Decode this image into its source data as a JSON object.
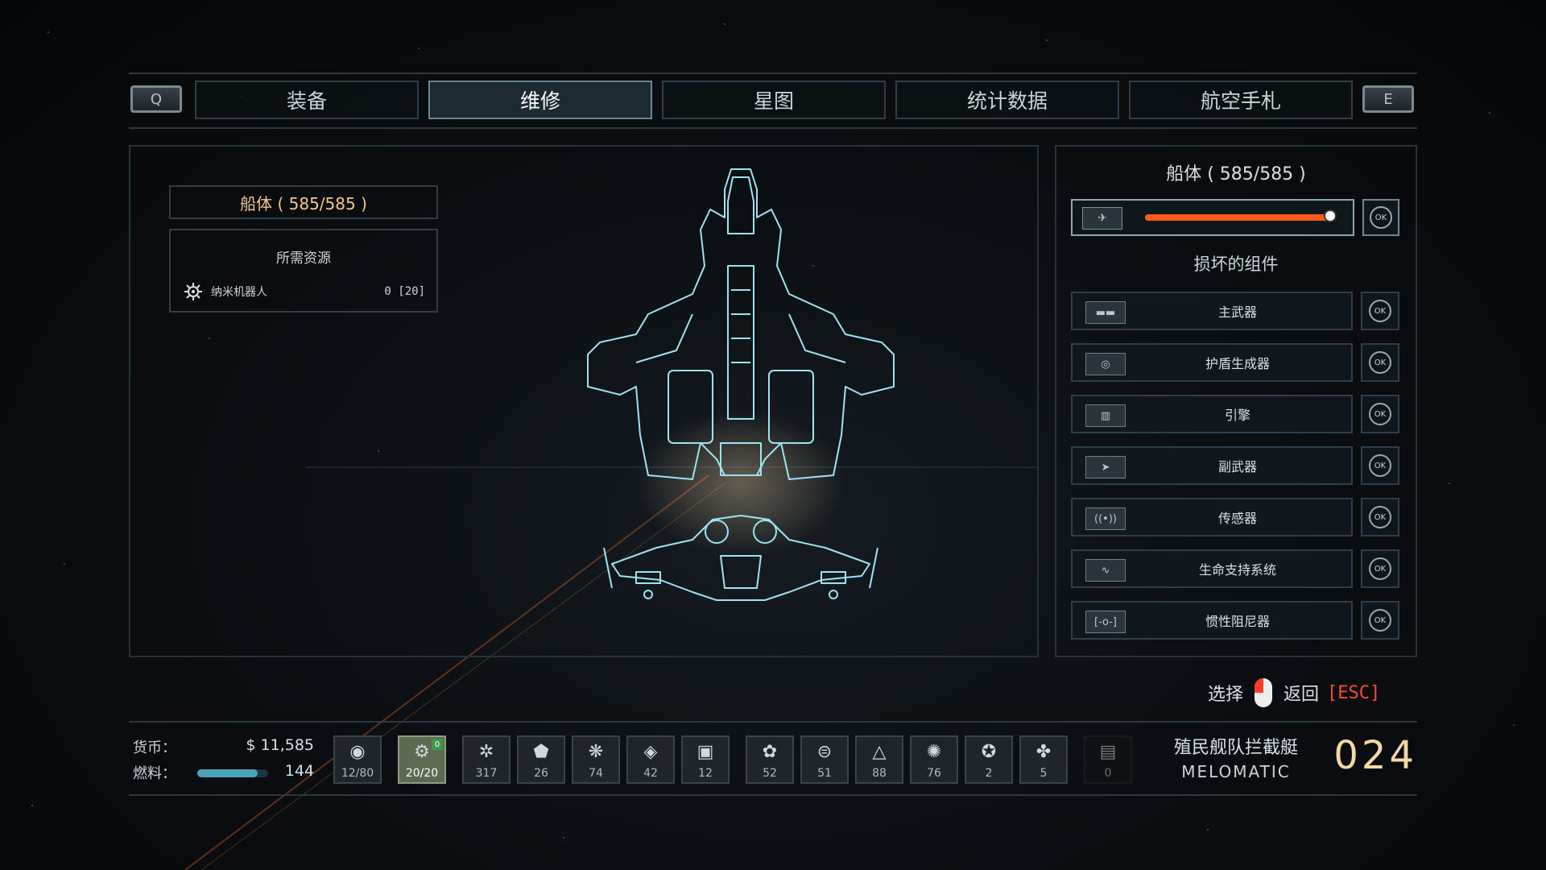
{
  "tabs": {
    "left_key": "Q",
    "right_key": "E",
    "items": [
      {
        "label": "装备",
        "active": false
      },
      {
        "label": "维修",
        "active": true
      },
      {
        "label": "星图",
        "active": false
      },
      {
        "label": "统计数据",
        "active": false
      },
      {
        "label": "航空手札",
        "active": false
      }
    ]
  },
  "repair": {
    "hull_label": "船体 ( 585/585 )",
    "resources_title": "所需资源",
    "resource_name": "纳米机器人",
    "resource_value": "0 [20]"
  },
  "right_panel": {
    "hull_title": "船体 ( 585/585 )",
    "hull_fraction": 1.0,
    "ok_label": "OK",
    "damaged_title": "损坏的组件",
    "components": [
      {
        "label": "主武器",
        "icon": "main-weapon-icon"
      },
      {
        "label": "护盾生成器",
        "icon": "shield-icon"
      },
      {
        "label": "引擎",
        "icon": "engine-icon"
      },
      {
        "label": "副武器",
        "icon": "secondary-weapon-icon"
      },
      {
        "label": "传感器",
        "icon": "sensor-icon"
      },
      {
        "label": "生命支持系统",
        "icon": "life-support-icon"
      },
      {
        "label": "惯性阻尼器",
        "icon": "damper-icon"
      }
    ]
  },
  "hints": {
    "select": "选择",
    "back": "返回",
    "esc": "[ESC]"
  },
  "status": {
    "currency_label": "货币：",
    "currency_value": "$ 11,585",
    "fuel_label": "燃料：",
    "fuel_value": "144",
    "fuel_fraction": 0.85
  },
  "inventory": [
    {
      "icon": "◉",
      "value": "12/80"
    },
    {
      "icon": "⚙",
      "value": "20/20",
      "badge": "0",
      "highlight": true
    },
    {
      "icon": "✲",
      "value": "317"
    },
    {
      "icon": "⬟",
      "value": "26"
    },
    {
      "icon": "❋",
      "value": "74"
    },
    {
      "icon": "◈",
      "value": "42"
    },
    {
      "icon": "▣",
      "value": "12"
    },
    {
      "icon": "✿",
      "value": "52"
    },
    {
      "icon": "⊜",
      "value": "51"
    },
    {
      "icon": "△",
      "value": "88"
    },
    {
      "icon": "✺",
      "value": "76"
    },
    {
      "icon": "✪",
      "value": "2"
    },
    {
      "icon": "✤",
      "value": "5"
    },
    {
      "icon": "▤",
      "value": "0",
      "dim": true
    }
  ],
  "ship": {
    "class": "殖民舰队拦截艇",
    "name": "MELOMATIC",
    "number": "024"
  }
}
